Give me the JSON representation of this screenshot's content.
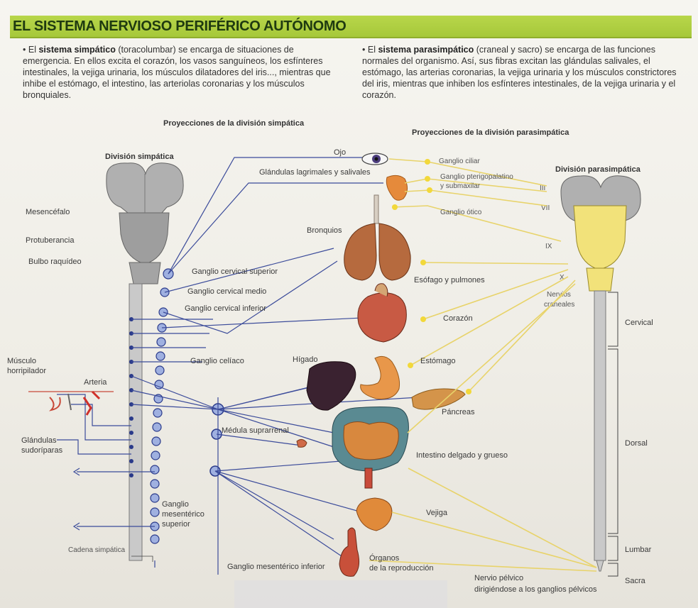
{
  "title": "EL SISTEMA NERVIOSO PERIFÉRICO AUTÓNOMO",
  "intro": {
    "left": {
      "bullet": "•",
      "pre": "El ",
      "bold": "sistema simpático",
      "rest": " (toracolumbar) se encarga de situaciones de emergencia. En ellos excita el corazón, los vasos sanguíneos, los esfínteres intestinales, la vejiga urinaria, los músculos dilatadores del iris..., mientras que inhibe el estómago, el intestino, las arteriolas coronarias y los músculos bronquiales."
    },
    "right": {
      "bullet": "•",
      "pre": "El ",
      "bold": "sistema parasimpático",
      "rest": " (craneal y sacro) se encarga de las funciones normales del organismo. Así, sus fibras excitan las glándulas salivales, el estómago, las arterias coronarias, la vejiga urinaria y los músculos constrictores del iris, mientras que inhiben los esfínteres intestinales, de la vejiga urinaria y el corazón."
    }
  },
  "headings": {
    "sympathetic": "Proyecciones de la división simpática",
    "parasympathetic": "Proyecciones de la división parasimpática"
  },
  "labels": {
    "division_simpatica": "División simpática",
    "division_parasimpatica": "División parasimpática",
    "mesencefalo": "Mesencéfalo",
    "protuberancia": "Protuberancia",
    "bulbo": "Bulbo raquídeo",
    "musculo": "Músculo",
    "horripilador": "horripilador",
    "arteria": "Arteria",
    "glandulas": "Glándulas",
    "sudoriparas": "sudoríparas",
    "cadena": "Cadena simpática",
    "g_cervical_sup": "Ganglio cervical superior",
    "g_cervical_med": "Ganglio cervical medio",
    "g_cervical_inf": "Ganglio cervical inferior",
    "g_celiaco": "Ganglio celíaco",
    "medula": "Médula suprarrenal",
    "g_mesent_sup_1": "Ganglio",
    "g_mesent_sup_2": "mesentérico",
    "g_mesent_sup_3": "superior",
    "g_mesent_inf": "Ganglio mesentérico inferior",
    "ojo": "Ojo",
    "glandulas_lag": "Glándulas lagrimales y salivales",
    "bronquios": "Bronquios",
    "higado": "Hígado",
    "g_ciliar": "Ganglio ciliar",
    "g_pterigo_1": "Ganglio pterigopalatino",
    "g_pterigo_2": "y submaxilar",
    "g_optico": "Ganglio ótico",
    "esofago": "Esófago y pulmones",
    "corazon": "Corazón",
    "estomago": "Estómago",
    "pancreas": "Páncreas",
    "intestino": "Intestino delgado y grueso",
    "vejiga": "Vejiga",
    "organos_1": "Órganos",
    "organos_2": "de la reproducción",
    "nervio_1": "Nervio pélvico",
    "nervio_2": "dirigiéndose a los ganglios pélvicos",
    "nervios_1": "Nervios",
    "nervios_2": "craneales",
    "roman_iii": "III",
    "roman_vii": "VII",
    "roman_ix": "IX",
    "roman_x": "X",
    "cervical": "Cervical",
    "dorsal": "Dorsal",
    "lumbar": "Lumbar",
    "sacra": "Sacra"
  },
  "colors": {
    "title_bar": "#a6c83a",
    "sympathetic_nerve": "#3b4b9a",
    "parasympathetic_nerve": "#e8d36a",
    "brain": "#a8a8a8"
  }
}
